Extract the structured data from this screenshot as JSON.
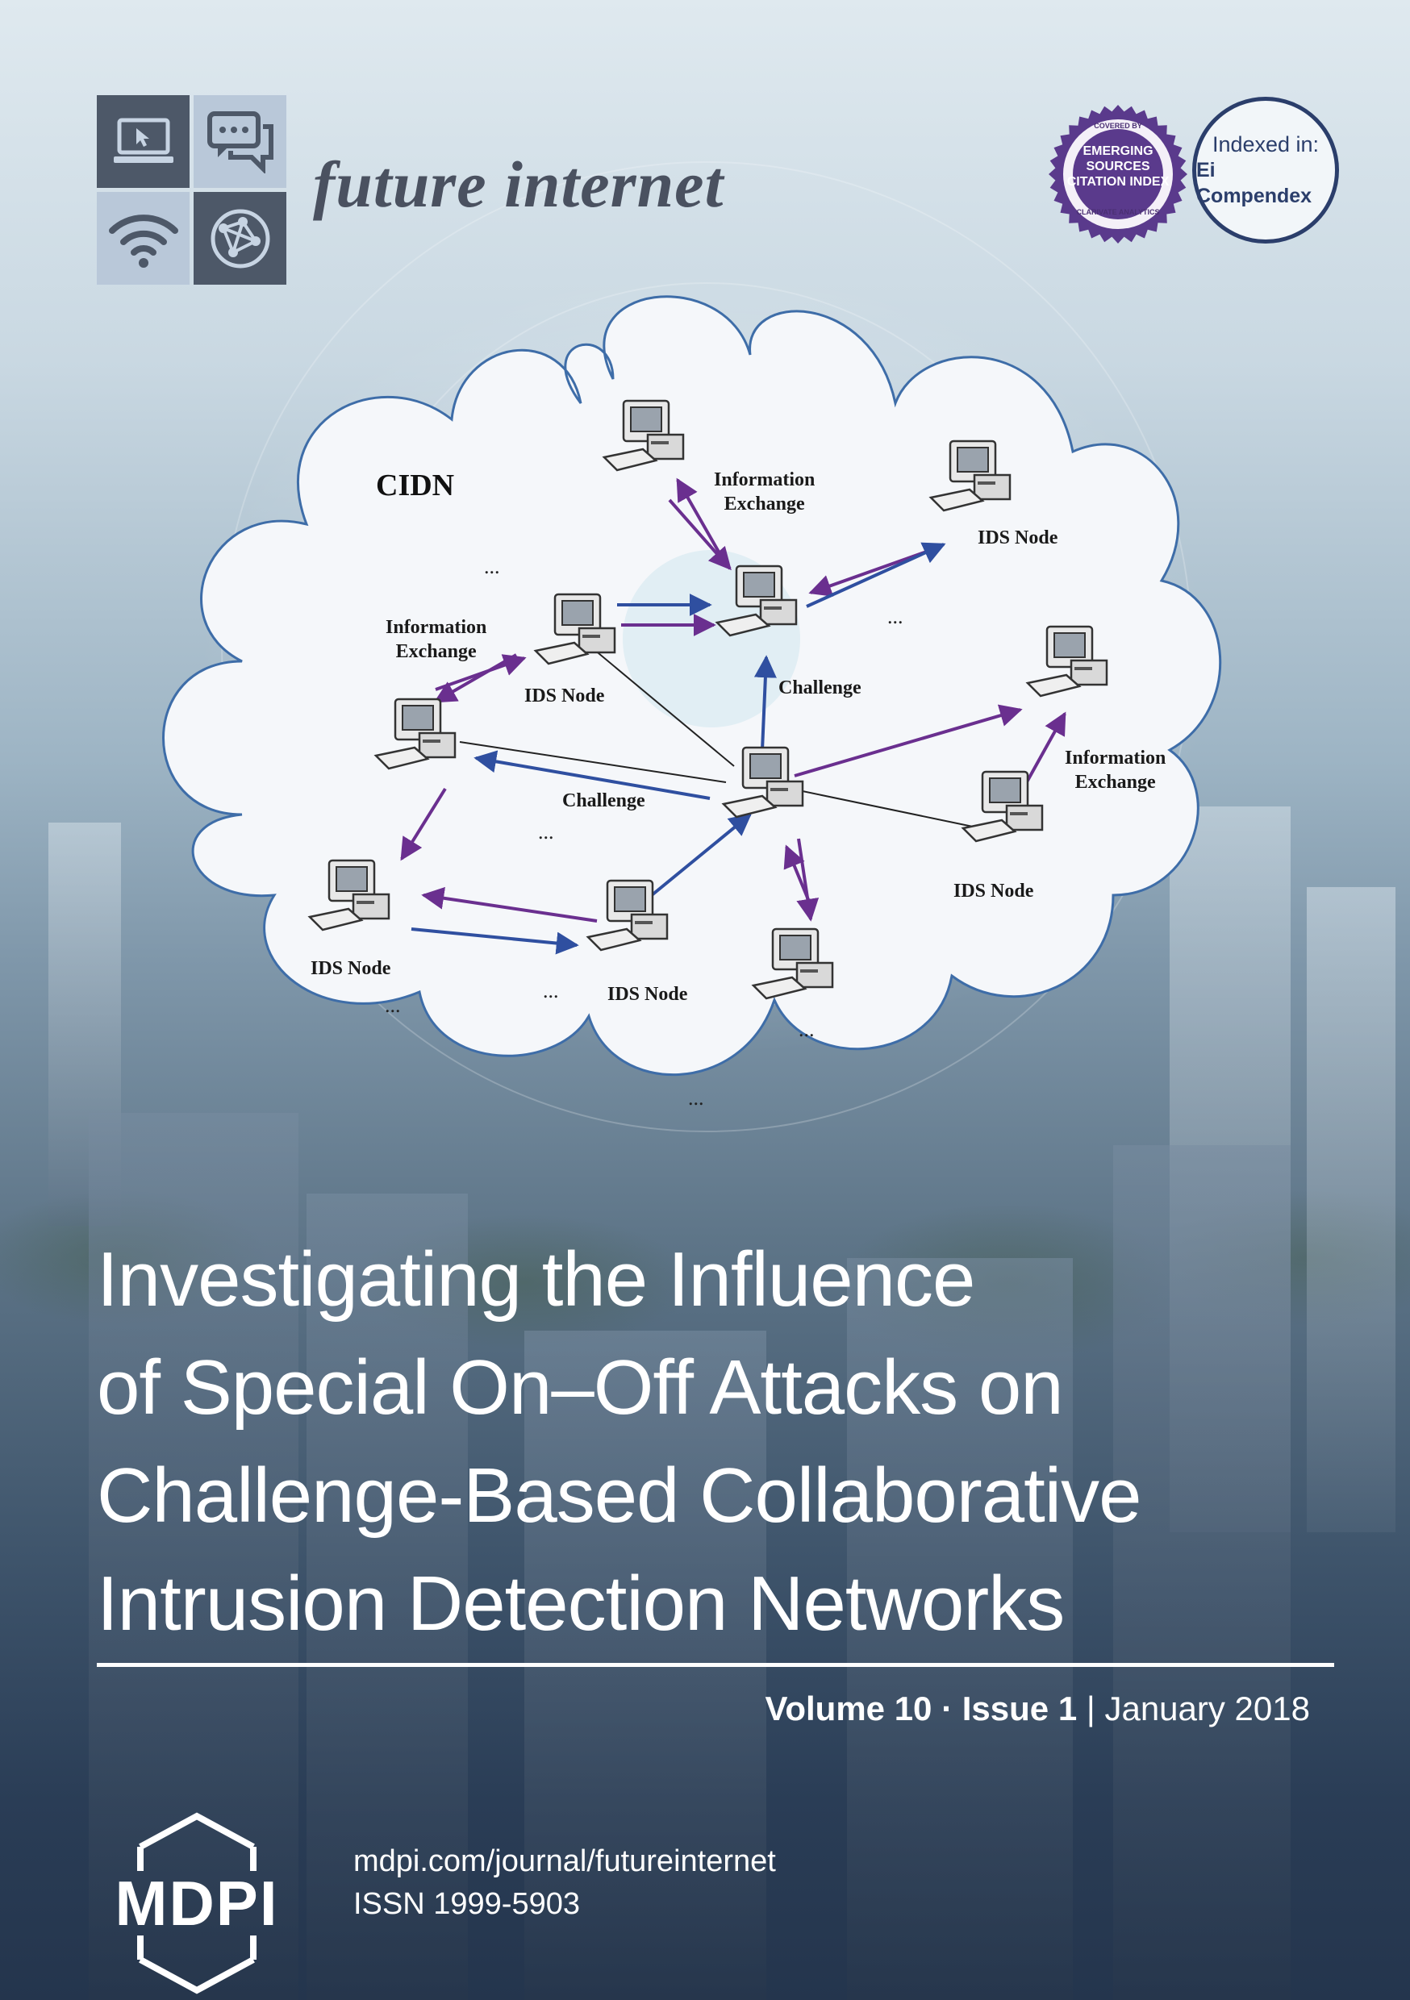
{
  "journal": {
    "title": "future internet",
    "icons": [
      "laptop-cursor-icon",
      "chat-bubbles-icon",
      "wifi-icon",
      "globe-network-icon"
    ]
  },
  "badges": {
    "esci_top": "COVERED BY",
    "esci_name": "EMERGING SOURCES CITATION INDEX",
    "esci_lines": [
      "EMERGING",
      "SOURCES",
      "CITATION INDEX"
    ],
    "esci_bottom": "CLARIVATE ANALYTICS",
    "indexed_label": "Indexed in:",
    "indexed_name": "Ei Compendex"
  },
  "diagram": {
    "cloud_label": "CIDN",
    "labels": {
      "info_exchange_top": [
        "Information",
        "Exchange"
      ],
      "info_exchange_left": [
        "Information",
        "Exchange"
      ],
      "info_exchange_right": [
        "Information",
        "Exchange"
      ],
      "ids_node_top_right": "IDS Node",
      "ids_node_mid_left": "IDS Node",
      "ids_node_right": "IDS Node",
      "ids_node_bottom_left": "IDS Node",
      "ids_node_bottom_center": "IDS Node",
      "challenge_center": "Challenge",
      "challenge_left": "Challenge"
    },
    "ellipsis": "..."
  },
  "article": {
    "title_lines": [
      "Investigating the Influence",
      "of Special On–Off Attacks on",
      "Challenge-Based Collaborative",
      "Intrusion Detection Networks"
    ]
  },
  "issue": {
    "volume": "Volume 10",
    "separator": "·",
    "issue": "Issue 1",
    "divider": "|",
    "date": "January 2018"
  },
  "footer": {
    "publisher": "MDPI",
    "url": "mdpi.com/journal/futureinternet",
    "issn": "ISSN 1999-5903"
  },
  "colors": {
    "title_text": "#ffffff",
    "journal_title": "#4a5160",
    "badge_purple": "#5a3a8c",
    "badge_navy": "#2b3e6b",
    "arrow_purple": "#6a2f8f",
    "arrow_blue": "#2f4fa0",
    "cloud_stroke": "#3e6da8"
  }
}
